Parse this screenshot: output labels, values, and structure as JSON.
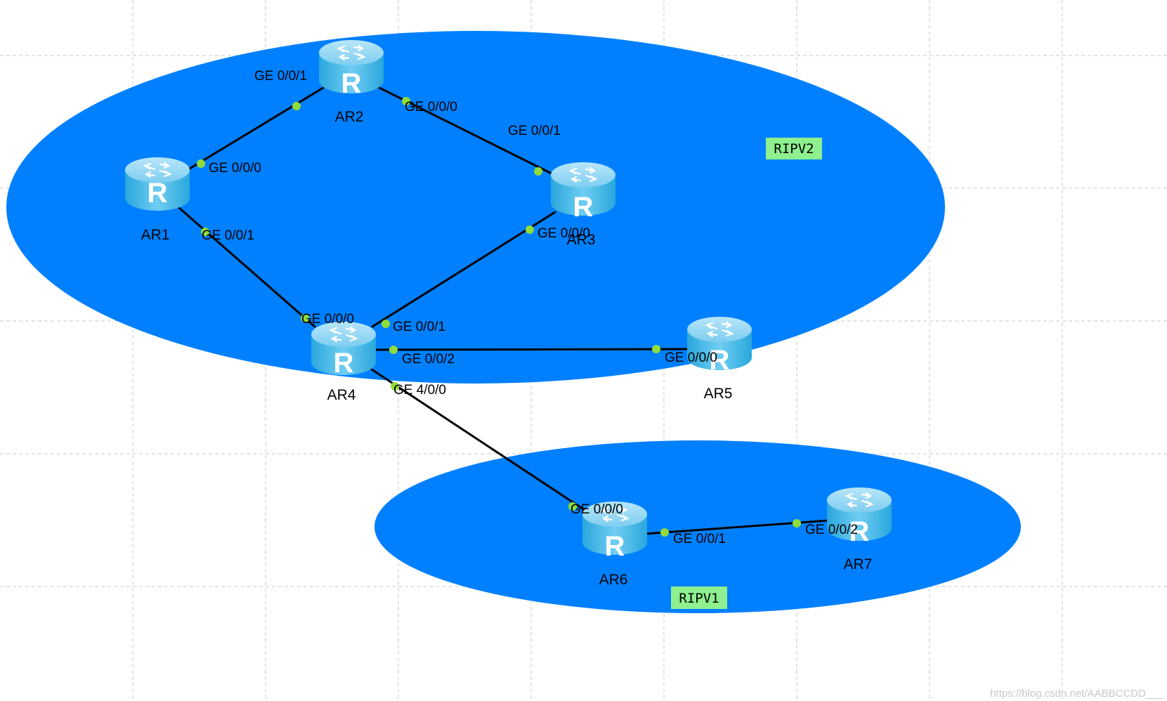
{
  "areas": {
    "ripv2_label": "RIPV2",
    "ripv1_label": "RIPV1",
    "fill_color": "#0080ff",
    "tag_color": "#8ef08e"
  },
  "routers": {
    "ar1": "AR1",
    "ar2": "AR2",
    "ar3": "AR3",
    "ar4": "AR4",
    "ar5": "AR5",
    "ar6": "AR6",
    "ar7": "AR7"
  },
  "interfaces": {
    "ar1_ge000": "GE 0/0/0",
    "ar1_ge001": "GE 0/0/1",
    "ar2_ge001": "GE 0/0/1",
    "ar2_ge000": "GE 0/0/0",
    "ar3_ge001": "GE 0/0/1",
    "ar3_ge000": "GE 0/0/0",
    "ar4_ge000": "GE 0/0/0",
    "ar4_ge001": "GE 0/0/1",
    "ar4_ge002": "GE 0/0/2",
    "ar4_ge400": "GE 4/0/0",
    "ar5_ge000": "GE 0/0/0",
    "ar6_ge000": "GE 0/0/0",
    "ar6_ge001": "GE 0/0/1",
    "ar7_ge002": "GE 0/0/2"
  },
  "router_icon_letter": "R",
  "watermark": "https://blog.csdn.net/AABBCCDD___",
  "colors": {
    "link": "#000000",
    "port_dot": "#8fdc3c",
    "router_body": "#3ab7e8",
    "router_top": "#8ad4f3",
    "grid": "#c8c8c8"
  }
}
